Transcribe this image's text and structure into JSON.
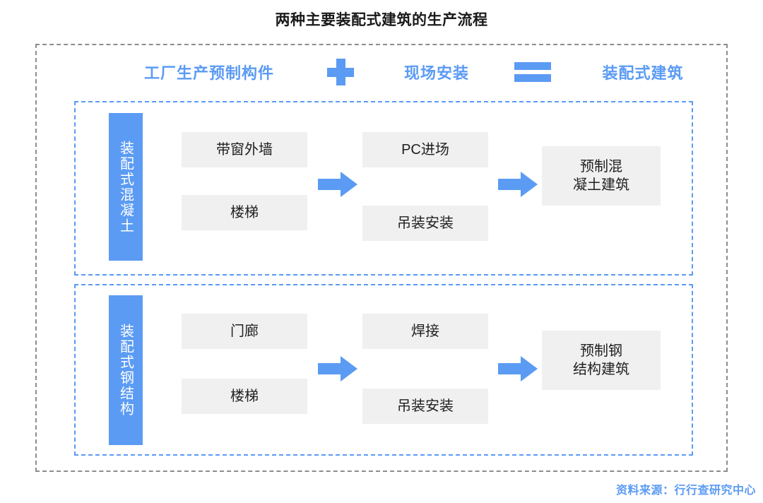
{
  "title": "两种主要装配式建筑的生产流程",
  "equation": {
    "factory_label": "工厂生产预制构件",
    "plus_icon": "plus-icon",
    "onsite_label": "现场安装",
    "equals_icon": "equals-icon",
    "result_label": "装配式建筑"
  },
  "groups": [
    {
      "category": "装配式混凝土",
      "factory_steps": [
        "带窗外墙",
        "楼梯"
      ],
      "onsite_steps": [
        "PC进场",
        "吊装安装"
      ],
      "result": "预制混\n凝土建筑",
      "result_line1": "预制混",
      "result_line2": "凝土建筑"
    },
    {
      "category": "装配式钢结构",
      "factory_steps": [
        "门廊",
        "楼梯"
      ],
      "onsite_steps": [
        "焊接",
        "吊装安装"
      ],
      "result": "预制钢\n结构建筑",
      "result_line1": "预制钢",
      "result_line2": "结构建筑"
    }
  ],
  "arrow_icon": "right-arrow-icon",
  "source": "资料来源：行行查研究中心",
  "colors": {
    "accent_blue": "#5b9bf3",
    "box_gray": "#f0f0f0",
    "frame_gray": "#8d8d8d",
    "text_dark": "#1f1f1f"
  }
}
